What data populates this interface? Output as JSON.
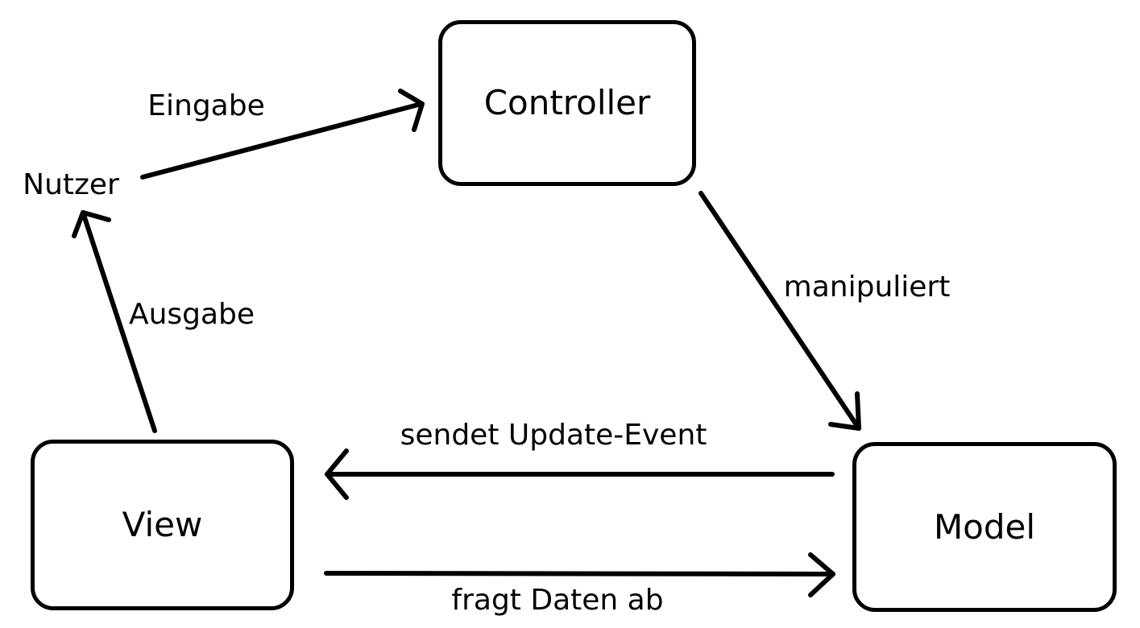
{
  "diagram": {
    "nodes": {
      "controller": {
        "label": "Controller"
      },
      "view": {
        "label": "View"
      },
      "model": {
        "label": "Model"
      }
    },
    "actor": {
      "label": "Nutzer"
    },
    "edges": {
      "eingabe": {
        "label": "Eingabe",
        "from": "Nutzer",
        "to": "Controller"
      },
      "manipuliert": {
        "label": "manipuliert",
        "from": "Controller",
        "to": "Model"
      },
      "ausgabe": {
        "label": "Ausgabe",
        "from": "View",
        "to": "Nutzer"
      },
      "update": {
        "label": "sendet Update-Event",
        "from": "Model",
        "to": "View"
      },
      "fragt": {
        "label": "fragt Daten ab",
        "from": "View",
        "to": "Model"
      }
    },
    "colors": {
      "stroke": "#000000",
      "background": "#ffffff"
    }
  }
}
